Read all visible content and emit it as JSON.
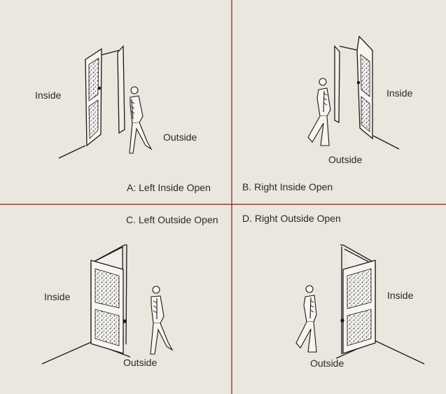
{
  "panels": [
    {
      "caption": "A: Left Inside Open",
      "inside": "Inside",
      "outside": "Outside"
    },
    {
      "caption": "B. Right Inside Open",
      "inside": "Inside",
      "outside": "Outside"
    },
    {
      "caption": "C. Left Outside Open",
      "inside": "Inside",
      "outside": "Outside"
    },
    {
      "caption": "D. Right Outside Open",
      "inside": "Inside",
      "outside": "Outside"
    }
  ],
  "colors": {
    "background": "#ebe6de",
    "divider": "#8b1a1a",
    "stroke": "#1a1a1a",
    "door_fill": "#f7f5f0"
  }
}
